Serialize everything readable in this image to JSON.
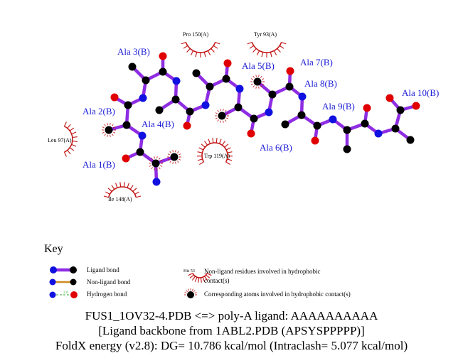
{
  "residues": [
    "Ala 1(B)",
    "Ala 2(B)",
    "Ala 3(B)",
    "Ala 4(B)",
    "Ala 5(B)",
    "Ala 6(B)",
    "Ala 7(B)",
    "Ala 8(B)",
    "Ala 9(B)",
    "Ala 10(B)"
  ],
  "contacts": [
    "Pro 150(A)",
    "Tyr 93(A)",
    "Leu 97(A)",
    "Trp 119(A)",
    "Ile 148(A)"
  ],
  "key": {
    "title": "Key",
    "ligand_bond": "Ligand bond",
    "nonligand_bond": "Non-ligand bond",
    "hydrogen_bond": "Hydrogen bond",
    "hbond_distance": "3.0",
    "example_residue": "His 53",
    "nonligand_residues": "Non-ligand residues involved in hydrophobic",
    "nonligand_residues_2": "contact(s)",
    "corresponding_atoms": "Corresponding atoms involved in hydrophobic contact(s)"
  },
  "caption": {
    "line1": "FUS1_1OV32-4.PDB <=> poly-A ligand: AAAAAAAAAA",
    "line2": "[Ligand backbone from 1ABL2.PDB (APSYSPPPPP)]",
    "line3": "FoldX energy (v2.8): DG= 10.786 kcal/mol (Intraclash= 5.077 kcal/mol)"
  },
  "colors": {
    "bond": "#8e2de2",
    "carbon": "#000000",
    "nitrogen": "#1010e0",
    "oxygen": "#e00000",
    "contact": "#c01010",
    "label": "#1a1ad6",
    "nonligand": "#cc8a20",
    "hbond": "#33aa33"
  }
}
